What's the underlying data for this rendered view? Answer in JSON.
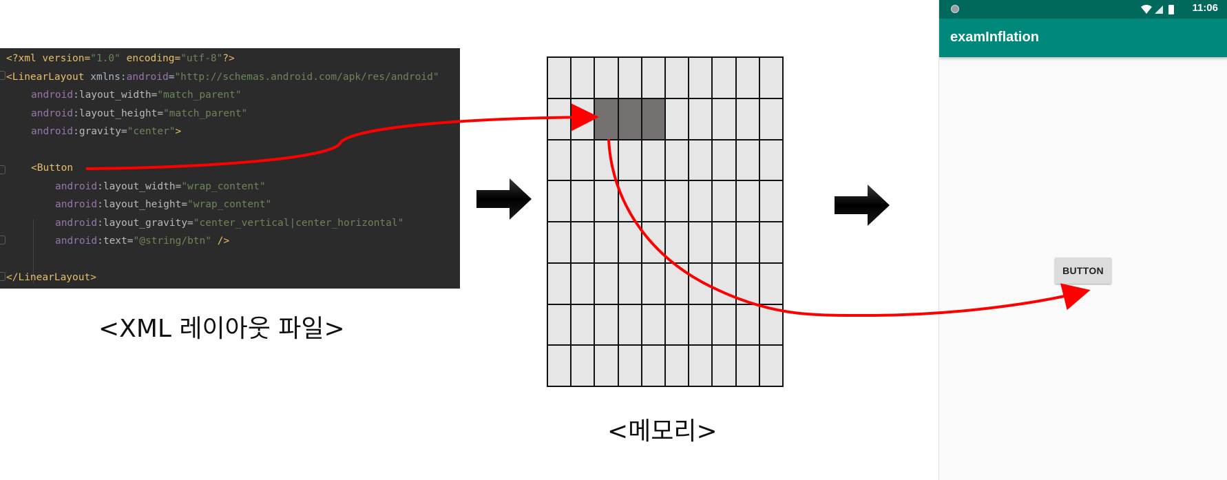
{
  "xml_code": {
    "lines": [
      {
        "decl": "<?xml version=",
        "v1": "\"1.0\"",
        "mid": " encoding=",
        "v2": "\"utf-8\"",
        "end": "?>"
      },
      {
        "tag": "<LinearLayout",
        "sp": " xmlns:",
        "ns": "android",
        "eq": "=",
        "val": "\"http://schemas.android.com/apk/res/android\""
      },
      {
        "ns": "android",
        "attr": ":layout_width=",
        "val": "\"match_parent\""
      },
      {
        "ns": "android",
        "attr": ":layout_height=",
        "val": "\"match_parent\""
      },
      {
        "ns": "android",
        "attr": ":gravity=",
        "val": "\"center\"",
        "end": ">"
      },
      {
        "tag": "<Button"
      },
      {
        "ns": "android",
        "attr": ":layout_width=",
        "val": "\"wrap_content\""
      },
      {
        "ns": "android",
        "attr": ":layout_height=",
        "val": "\"wrap_content\""
      },
      {
        "ns": "android",
        "attr": ":layout_gravity=",
        "val": "\"center_vertical|center_horizontal\""
      },
      {
        "ns": "android",
        "attr": ":text=",
        "val": "\"@string/btn\"",
        "end": " />"
      },
      {
        "tag": "</LinearLayout>"
      }
    ]
  },
  "captions": {
    "xml_layout": "<XML 레이아웃 파일>",
    "memory": "<메모리>"
  },
  "memory_grid": {
    "columns": 10,
    "rows": 8,
    "used_cells": [
      [
        1,
        2
      ],
      [
        1,
        3
      ],
      [
        1,
        4
      ]
    ]
  },
  "phone": {
    "status_time": "11:06",
    "app_title": "examInflation",
    "button_label": "BUTTON",
    "status_bar_color": "#00695c",
    "app_bar_color": "#00897b"
  },
  "colors": {
    "flow_arrow": "#ff0000",
    "code_background": "#2b2b2b"
  }
}
